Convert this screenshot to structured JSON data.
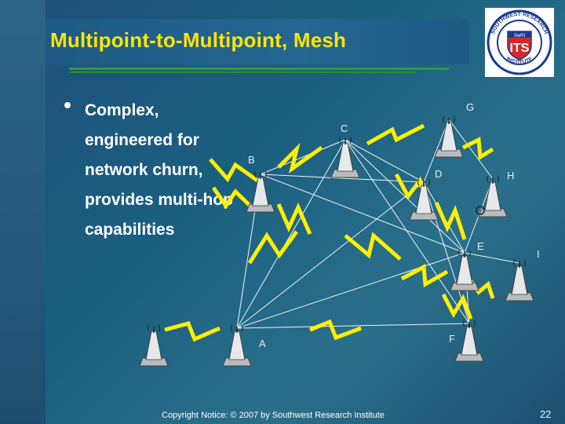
{
  "slide": {
    "title": "Multipoint-to-Multipoint, Mesh",
    "bullet": "Complex, engineered for network churn, provides multi-hop capabilities",
    "footer": "Copyright Notice: © 2007 by Southwest Research Institute",
    "page_number": "22"
  },
  "logo": {
    "ring_text": "SOUTHWEST RESEARCH",
    "ring_text_bottom": "INSTITUTE",
    "center_text": "ITS",
    "small_text": "SwRI",
    "colors": {
      "ring": "#1a3b8f",
      "shield": "#d62828",
      "inner": "#1a3b8f"
    }
  },
  "diagram": {
    "nodes": [
      "A",
      "B",
      "C",
      "D",
      "E",
      "F",
      "G",
      "H",
      "I"
    ],
    "links": [
      [
        "A",
        "B"
      ],
      [
        "A",
        "C"
      ],
      [
        "A",
        "D"
      ],
      [
        "A",
        "E"
      ],
      [
        "A",
        "F"
      ],
      [
        "B",
        "C"
      ],
      [
        "B",
        "D"
      ],
      [
        "B",
        "E"
      ],
      [
        "C",
        "D"
      ],
      [
        "C",
        "E"
      ],
      [
        "C",
        "F"
      ],
      [
        "D",
        "E"
      ],
      [
        "D",
        "F"
      ],
      [
        "D",
        "G"
      ],
      [
        "G",
        "H"
      ],
      [
        "H",
        "E"
      ],
      [
        "E",
        "I"
      ],
      [
        "E",
        "F"
      ]
    ]
  }
}
